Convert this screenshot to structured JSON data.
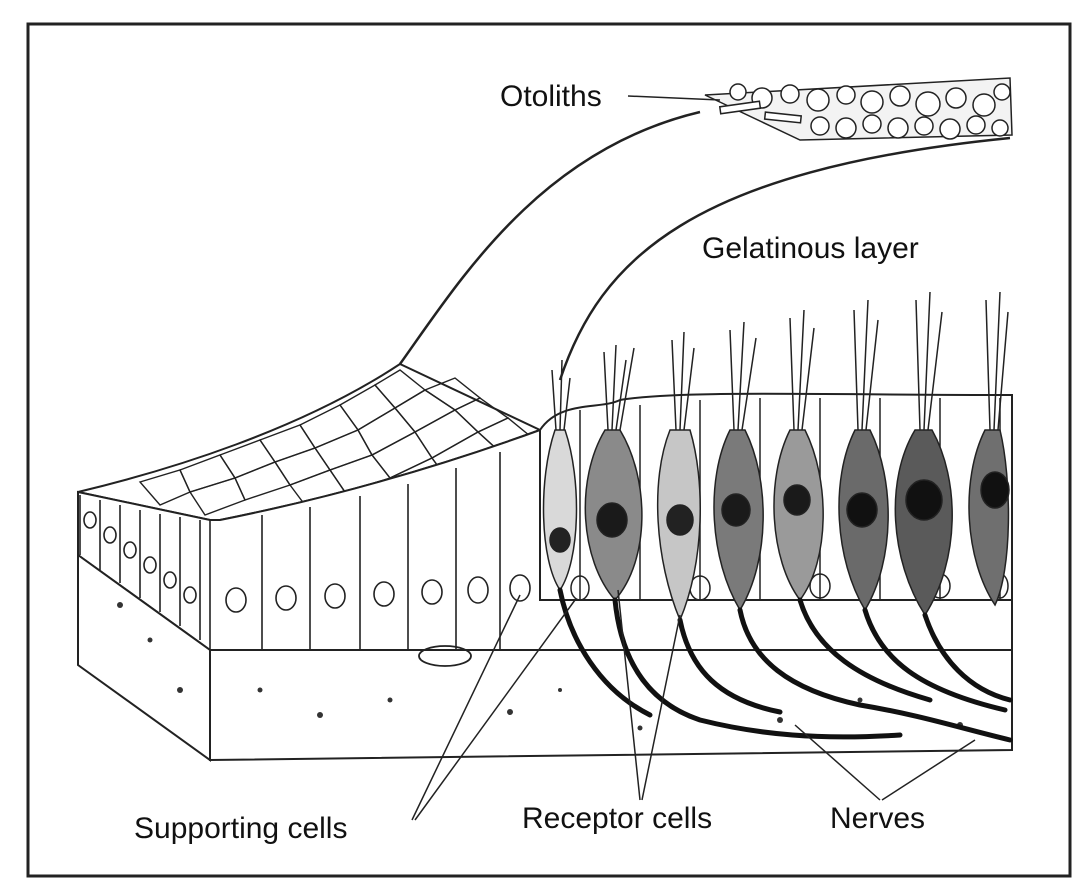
{
  "labels": {
    "otoliths": "Otoliths",
    "gelatinous_layer": "Gelatinous layer",
    "supporting_cells": "Supporting cells",
    "receptor_cells": "Receptor cells",
    "nerves": "Nerves"
  }
}
